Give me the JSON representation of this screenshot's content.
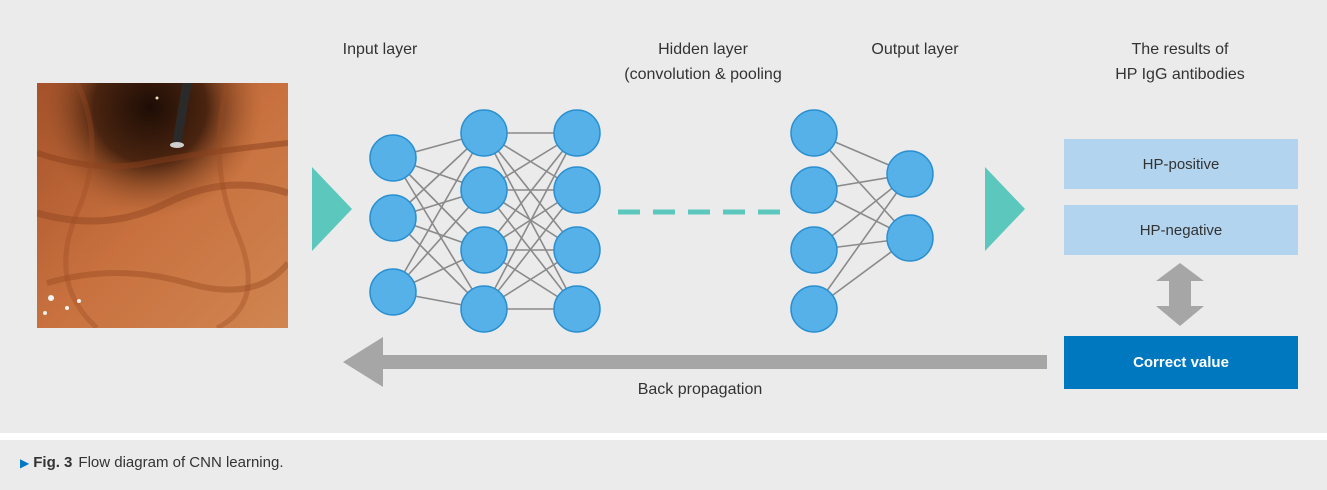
{
  "labels": {
    "input_layer": "Input layer",
    "hidden_layer_line1": "Hidden layer",
    "hidden_layer_line2": "(convolution & pooling",
    "output_layer": "Output layer",
    "results_line1": "The results of",
    "results_line2": "HP IgG antibodies",
    "back_propagation": "Back propagation"
  },
  "results": {
    "positive": "HP-positive",
    "negative": "HP-negative",
    "correct": "Correct value"
  },
  "caption": {
    "marker": "▶",
    "fig_label": "Fig. 3",
    "text": "Flow diagram of CNN learning."
  },
  "colors": {
    "node": "#56b1e8",
    "node_stroke": "#2a8fd0",
    "edge": "#8a8a8a",
    "teal": "#5cc7bd",
    "gray_arrow": "#a6a6a6",
    "box_light": "#b2d4ee",
    "box_dark": "#0078c0"
  }
}
